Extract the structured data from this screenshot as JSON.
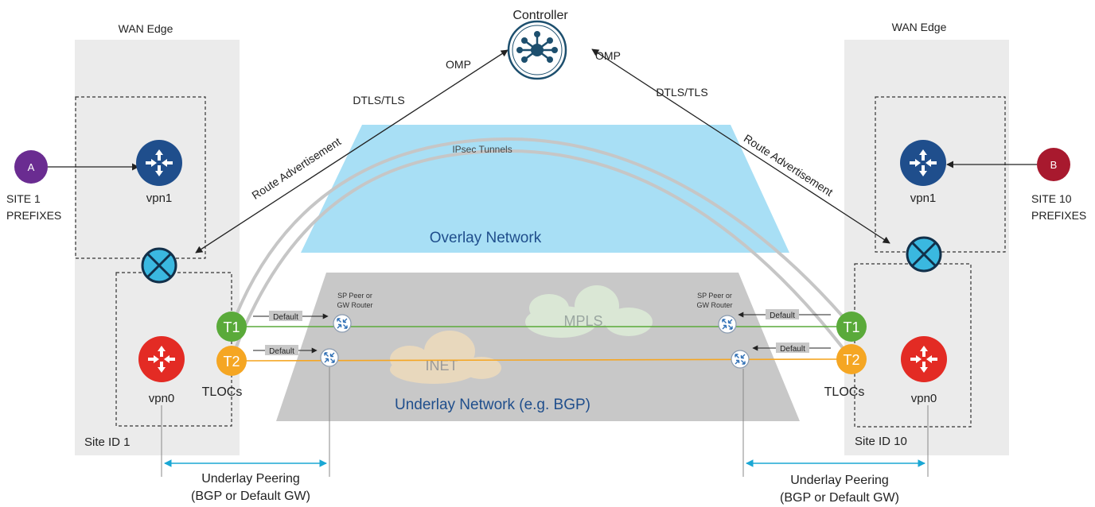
{
  "controller": {
    "label": "Controller",
    "icon": "controller-hub-icon"
  },
  "omp_left": "OMP",
  "omp_right": "OMP",
  "dtls_left": "DTLS/TLS",
  "dtls_right": "DTLS/TLS",
  "route_adv_left": "Route Advertisement",
  "route_adv_right": "Route Advertisement",
  "ipsec": "IPsec Tunnels",
  "overlay": "Overlay Network",
  "underlay": "Underlay Network (e.g. BGP)",
  "mpls": "MPLS",
  "inet": "INET",
  "left_site": {
    "wan_edge": "WAN Edge",
    "host": "A",
    "prefix_line1": "SITE 1",
    "prefix_line2": "PREFIXES",
    "vpn1": "vpn1",
    "vpn0": "vpn0",
    "tlocs": "TLOCs",
    "t1": "T1",
    "t2": "T2",
    "site_id": "Site ID 1",
    "sp_line1": "SP Peer or",
    "sp_line2": "GW Router",
    "default_t1": "Default",
    "default_t2": "Default",
    "peering_line1": "Underlay Peering",
    "peering_line2": "(BGP or Default GW)"
  },
  "right_site": {
    "wan_edge": "WAN Edge",
    "host": "B",
    "prefix_line1": "SITE 10",
    "prefix_line2": "PREFIXES",
    "vpn1": "vpn1",
    "vpn0": "vpn0",
    "tlocs": "TLOCs",
    "t1": "T1",
    "t2": "T2",
    "site_id": "Site ID 10",
    "sp_line1": "SP Peer or",
    "sp_line2": "GW Router",
    "default_t1": "Default",
    "default_t2": "Default",
    "peering_line1": "Underlay Peering",
    "peering_line2": "(BGP or Default GW)"
  },
  "colors": {
    "router_blue": "#1f4e8c",
    "router_red": "#e32b24",
    "tloc_green": "#5aaa3a",
    "tloc_orange": "#f5a623",
    "overlay_fill": "#a8dff5",
    "underlay_fill": "#c8c8c8",
    "edge_fill": "#ebebeb",
    "host_a": "#6a2c91",
    "host_b": "#a8192e",
    "vedge_cyan": "#3ab8e0",
    "peering_cyan": "#1aa7d4"
  }
}
